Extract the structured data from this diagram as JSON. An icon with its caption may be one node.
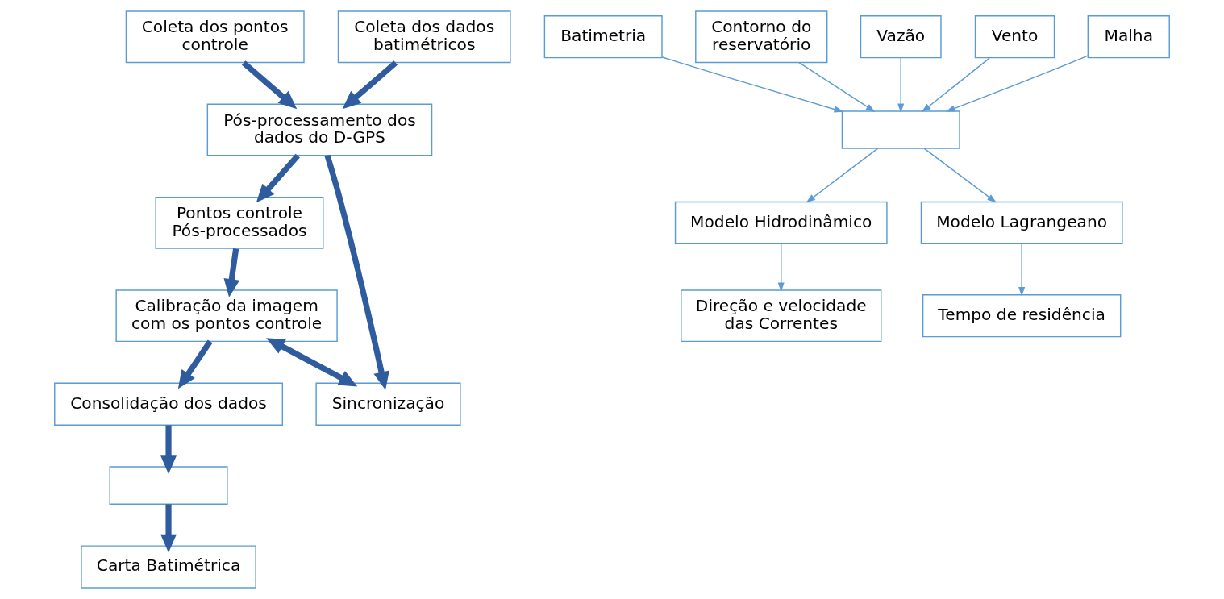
{
  "diagram": {
    "nodes": [
      {
        "text": [
          "Coleta dos pontos controle"
        ]
      },
      {
        "text": [
          "Coleta dos dados batimétricos"
        ]
      },
      {
        "text": [
          "Pontos controle Pós-processados"
        ]
      },
      {
        "text": [
          "Pós-processamento dos dados do D-GPS"
        ]
      },
      {
        "text": [
          "Calibração da imagem com os pontos controle"
        ]
      },
      {
        "text": [
          "Sincronização"
        ]
      },
      {
        "text": [
          "Consolidação dos dados"
        ]
      },
      {
        "text": [],
        "shape": "box"
      },
      {
        "text": [
          "Carta Batimétrica"
        ]
      },
      {
        "text": [
          "Batimetria"
        ]
      },
      {
        "text": [
          "Contorno do reservatório"
        ]
      },
      {
        "text": [
          "Vazão"
        ]
      },
      {
        "text": [
          "Vento"
        ]
      },
      {
        "text": [
          "Malha"
        ]
      },
      {
        "text": [],
        "shape": "box"
      },
      {
        "text": [
          "Modelo Hidrodinâmico"
        ]
      },
      {
        "text": [
          "Modelo Lagrangeano"
        ]
      },
      {
        "text": [
          "Direção e velocidade das Correntes"
        ]
      },
      {
        "text": [
          "Tempo de residência"
        ]
      }
    ],
    "edges": [
      {
        "from": 0,
        "to": 3,
        "arrow": "to",
        "style": "thick",
        "color": "#2f5c9e"
      },
      {
        "from": 1,
        "to": 3,
        "arrow": "to",
        "style": "thick",
        "color": "#2f5c9e"
      },
      {
        "from": 3,
        "to": 2,
        "arrow": "to",
        "style": "thick",
        "color": "#2f5c9e"
      },
      {
        "from": 2,
        "to": 4,
        "arrow": "to",
        "style": "thick",
        "color": "#2f5c9e"
      },
      {
        "from": 3,
        "to": 5,
        "arrow": "to",
        "style": "thick",
        "color": "#2f5c9e"
      },
      {
        "from": 4,
        "to": 5,
        "arrow": "both",
        "style": "thick",
        "color": "#2f5c9e"
      },
      {
        "from": 4,
        "to": 6,
        "arrow": "to",
        "style": "thick",
        "color": "#2f5c9e"
      },
      {
        "from": 6,
        "to": 7,
        "arrow": "to",
        "style": "thick",
        "color": "#2f5c9e"
      },
      {
        "from": 7,
        "to": 8,
        "arrow": "to",
        "style": "thick",
        "color": "#2f5c9e"
      },
      {
        "from": 9,
        "to": 14,
        "arrow": "to"
      },
      {
        "from": 12,
        "to": 14,
        "arrow": "to"
      },
      {
        "from": 10,
        "to": 14,
        "arrow": "to"
      },
      {
        "from": 11,
        "to": 14,
        "arrow": "to"
      },
      {
        "from": 13,
        "to": 14,
        "arrow": "to"
      },
      {
        "from": 14,
        "to": 15,
        "arrow": "to"
      },
      {
        "from": 14,
        "to": 16,
        "arrow": "to"
      },
      {
        "from": 15,
        "to": 17,
        "arrow": "to"
      },
      {
        "from": 16,
        "to": 18,
        "arrow": "to"
      }
    ]
  }
}
